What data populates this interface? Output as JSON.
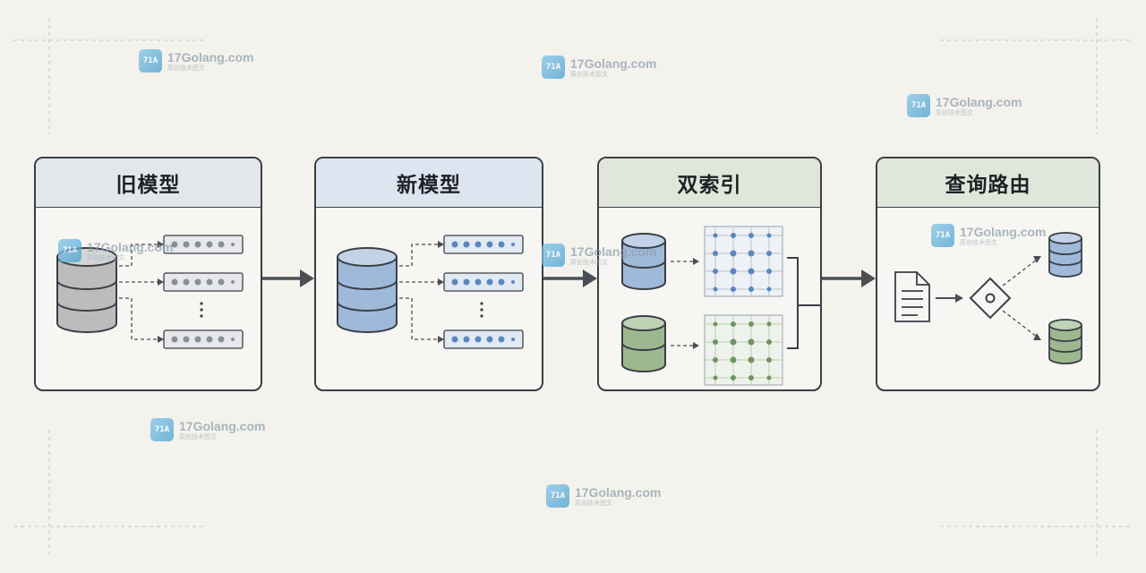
{
  "panels": [
    {
      "title": "旧模型",
      "header_color": "#e3e6ea"
    },
    {
      "title": "新模型",
      "header_color": "#dde5f0"
    },
    {
      "title": "双索引",
      "header_color": "#e1e6da"
    },
    {
      "title": "查询路由",
      "header_color": "#e1e6da"
    }
  ],
  "colors": {
    "grey_db": "#bcbcbc",
    "blue_db": "#9fb9d9",
    "green_db": "#9db88f",
    "border": "#3a3f47",
    "arrow": "#4a4f55"
  },
  "watermark": {
    "title": "17Golang.com",
    "subtitle": "原创技术图文",
    "logo_text": "71A"
  },
  "icons": [
    "database-icon",
    "vector-row-icon",
    "grid-index-icon",
    "document-icon",
    "router-diamond-icon",
    "arrow-right-icon"
  ]
}
